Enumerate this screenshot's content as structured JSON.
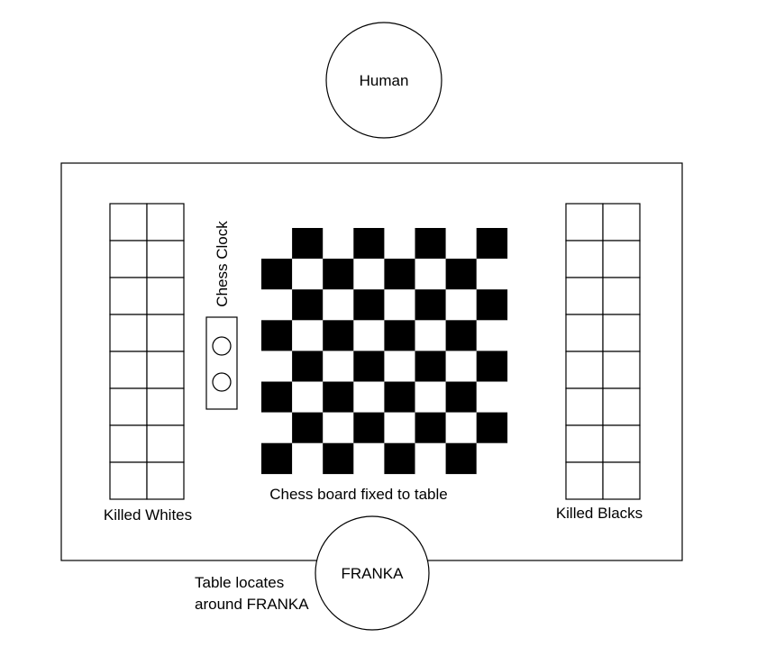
{
  "labels": {
    "human": "Human",
    "franka": "FRANKA",
    "chess_clock": "Chess Clock",
    "board_caption": "Chess board fixed to table",
    "killed_whites": "Killed Whites",
    "killed_blacks": "Killed Blacks",
    "table_note_line1": "Table locates",
    "table_note_line2": "around FRANKA"
  },
  "colors": {
    "stroke": "#000000",
    "dark_square": "#000000",
    "light_square": "#ffffff",
    "background": "#ffffff"
  },
  "chess_board": {
    "rows": 8,
    "cols": 8
  },
  "killed_grid": {
    "rows": 8,
    "cols": 2
  }
}
